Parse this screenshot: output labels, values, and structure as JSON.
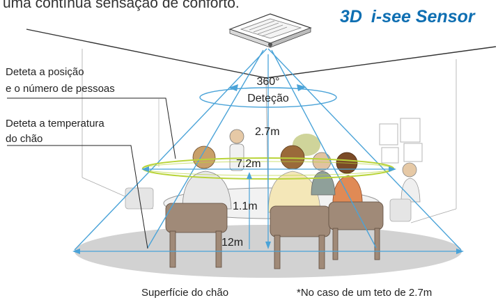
{
  "intro_text": "uma contínua sensação de conforto.",
  "logo": {
    "text": "3D i-see Sensor",
    "part_3d": "3D",
    "part_i": "i",
    "part_rest": "-see Sensor",
    "color": "#0f6fb2"
  },
  "labels": {
    "position_line1": "Deteta a posição",
    "position_line2": "e o número de pessoas",
    "temperature_line1": "Deteta a temperatura",
    "temperature_line2": "do chão"
  },
  "detection": {
    "angle": "360°",
    "label": "Deteção"
  },
  "measurements": {
    "ceiling_height": "2.7m",
    "coverage_width": "7.2m",
    "detection_height": "1.1m",
    "floor_diameter": "12m"
  },
  "footer": {
    "floor_label": "Superfície do chão",
    "note": "*No caso de um teto de 2.7m"
  },
  "colors": {
    "detection_lines": "#4aa3d8",
    "person_ring": "#b9d43a",
    "floor": "#cfcfcf",
    "logo": "#0f6fb2"
  }
}
